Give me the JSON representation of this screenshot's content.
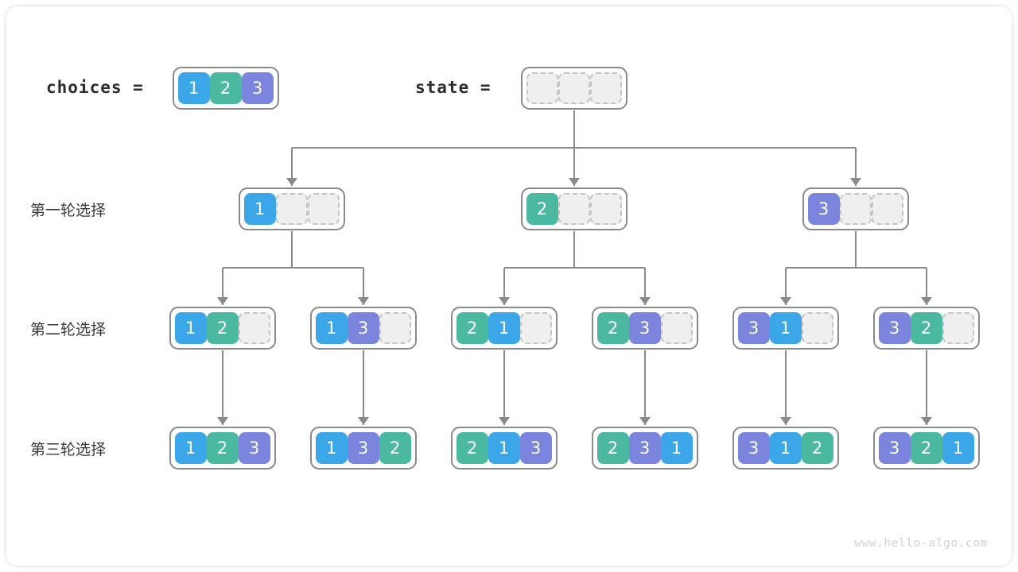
{
  "diagram": {
    "title_choices_label": "choices =",
    "title_state_label": "state =",
    "watermark": "www.hello-algo.com",
    "colors": {
      "blue": "#3ba7e8",
      "teal": "#4bb8a0",
      "purple": "#7b85dd",
      "empty_fill": "#efefef",
      "empty_border": "#c4c4c4",
      "outline": "#8a8a8a",
      "text": "#3a3a3a"
    },
    "choices": {
      "label": "choices =",
      "cells": [
        {
          "value": "1",
          "color": "blue"
        },
        {
          "value": "2",
          "color": "teal"
        },
        {
          "value": "3",
          "color": "purple"
        }
      ]
    },
    "state": {
      "label": "state =",
      "cells": [
        {
          "value": "",
          "color": "empty"
        },
        {
          "value": "",
          "color": "empty"
        },
        {
          "value": "",
          "color": "empty"
        }
      ]
    },
    "rows": [
      {
        "label": "第一轮选择",
        "nodes": [
          {
            "cells": [
              {
                "value": "1",
                "color": "blue"
              },
              {
                "value": "",
                "color": "empty"
              },
              {
                "value": "",
                "color": "empty"
              }
            ]
          },
          {
            "cells": [
              {
                "value": "2",
                "color": "teal"
              },
              {
                "value": "",
                "color": "empty"
              },
              {
                "value": "",
                "color": "empty"
              }
            ]
          },
          {
            "cells": [
              {
                "value": "3",
                "color": "purple"
              },
              {
                "value": "",
                "color": "empty"
              },
              {
                "value": "",
                "color": "empty"
              }
            ]
          }
        ]
      },
      {
        "label": "第二轮选择",
        "nodes": [
          {
            "cells": [
              {
                "value": "1",
                "color": "blue"
              },
              {
                "value": "2",
                "color": "teal"
              },
              {
                "value": "",
                "color": "empty"
              }
            ]
          },
          {
            "cells": [
              {
                "value": "1",
                "color": "blue"
              },
              {
                "value": "3",
                "color": "purple"
              },
              {
                "value": "",
                "color": "empty"
              }
            ]
          },
          {
            "cells": [
              {
                "value": "2",
                "color": "teal"
              },
              {
                "value": "1",
                "color": "blue"
              },
              {
                "value": "",
                "color": "empty"
              }
            ]
          },
          {
            "cells": [
              {
                "value": "2",
                "color": "teal"
              },
              {
                "value": "3",
                "color": "purple"
              },
              {
                "value": "",
                "color": "empty"
              }
            ]
          },
          {
            "cells": [
              {
                "value": "3",
                "color": "purple"
              },
              {
                "value": "1",
                "color": "blue"
              },
              {
                "value": "",
                "color": "empty"
              }
            ]
          },
          {
            "cells": [
              {
                "value": "3",
                "color": "purple"
              },
              {
                "value": "2",
                "color": "teal"
              },
              {
                "value": "",
                "color": "empty"
              }
            ]
          }
        ]
      },
      {
        "label": "第三轮选择",
        "nodes": [
          {
            "cells": [
              {
                "value": "1",
                "color": "blue"
              },
              {
                "value": "2",
                "color": "teal"
              },
              {
                "value": "3",
                "color": "purple"
              }
            ]
          },
          {
            "cells": [
              {
                "value": "1",
                "color": "blue"
              },
              {
                "value": "3",
                "color": "purple"
              },
              {
                "value": "2",
                "color": "teal"
              }
            ]
          },
          {
            "cells": [
              {
                "value": "2",
                "color": "teal"
              },
              {
                "value": "1",
                "color": "blue"
              },
              {
                "value": "3",
                "color": "purple"
              }
            ]
          },
          {
            "cells": [
              {
                "value": "2",
                "color": "teal"
              },
              {
                "value": "3",
                "color": "purple"
              },
              {
                "value": "1",
                "color": "blue"
              }
            ]
          },
          {
            "cells": [
              {
                "value": "3",
                "color": "purple"
              },
              {
                "value": "1",
                "color": "blue"
              },
              {
                "value": "2",
                "color": "teal"
              }
            ]
          },
          {
            "cells": [
              {
                "value": "3",
                "color": "purple"
              },
              {
                "value": "2",
                "color": "teal"
              },
              {
                "value": "1",
                "color": "blue"
              }
            ]
          }
        ]
      }
    ]
  }
}
